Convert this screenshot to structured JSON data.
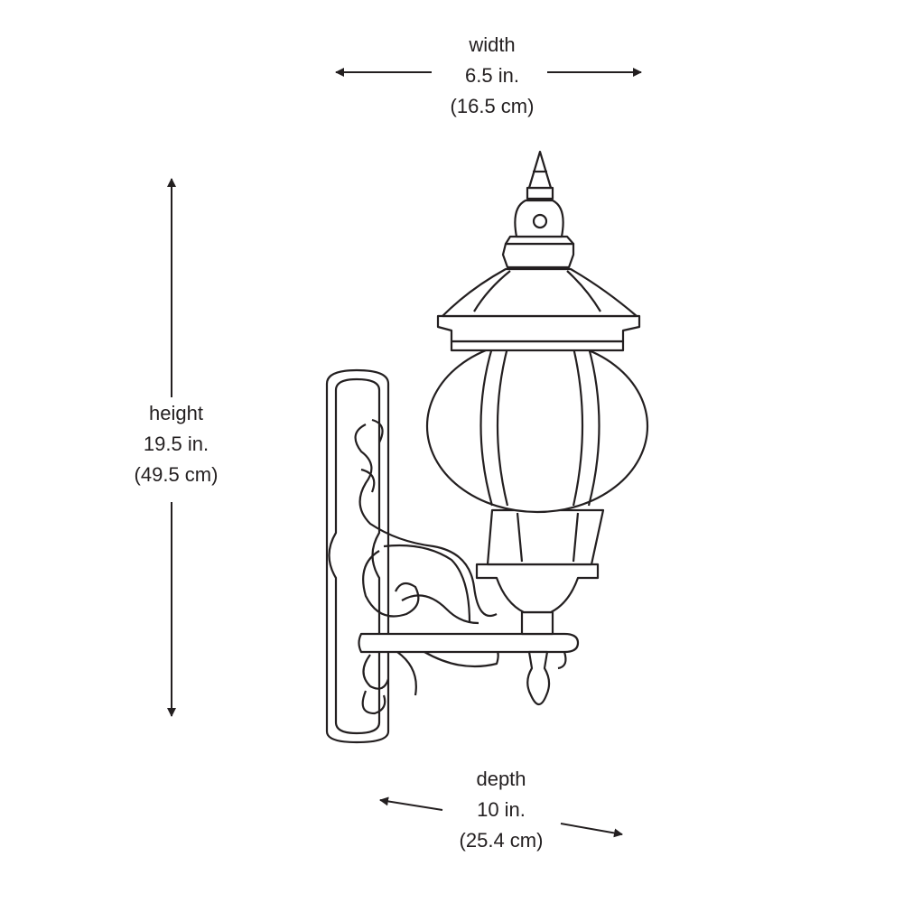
{
  "dimensions": {
    "width": {
      "label": "width",
      "imperial": "6.5 in.",
      "metric": "(16.5 cm)"
    },
    "height": {
      "label": "height",
      "imperial": "19.5 in.",
      "metric": "(49.5 cm)"
    },
    "depth": {
      "label": "depth",
      "imperial": "10 in.",
      "metric": "(25.4 cm)"
    }
  },
  "colors": {
    "line": "#231f20",
    "background": "#ffffff"
  }
}
